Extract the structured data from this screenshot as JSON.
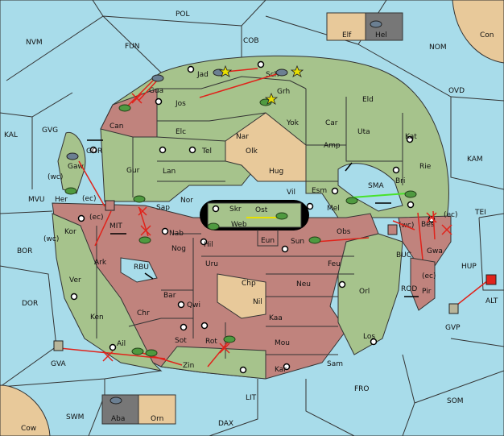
{
  "map": {
    "sea_regions": [
      "POL",
      "NVM",
      "FUN",
      "COB",
      "NOM",
      "OVD",
      "KAL",
      "GVG",
      "KAM",
      "MVU",
      "TEI",
      "BOR",
      "DOR",
      "BUC",
      "HUP",
      "ROD",
      "ALT",
      "GVP",
      "GVA",
      "FRO",
      "SOM",
      "SWM",
      "DAX",
      "LIT",
      "SMA",
      "RBU",
      "MIT",
      "GOR"
    ],
    "land_regions": [
      "Jad",
      "Sch",
      "Gua",
      "Jos",
      "Grh",
      "Eld",
      "Can",
      "Elc",
      "Yok",
      "Car",
      "Uta",
      "Kat",
      "Nar",
      "Olk",
      "Tel",
      "Amp",
      "Rie",
      "Gur",
      "Lan",
      "Hug",
      "Gaw",
      "Vil",
      "Esm",
      "Bri",
      "Her",
      "Nor",
      "Sap",
      "Skr",
      "Ost",
      "Web",
      "Mel",
      "Kor",
      "Nab",
      "Eun",
      "Sun",
      "Obs",
      "Bes",
      "Ark",
      "Nog",
      "Hil",
      "Gwa",
      "Pir",
      "Uru",
      "Feu",
      "Ver",
      "Chp",
      "Neu",
      "Orl",
      "Bar",
      "Qwi",
      "Nil",
      "Ken",
      "Chr",
      "Kaa",
      "Sot",
      "Los",
      "Ail",
      "Rot",
      "Mou",
      "Zin",
      "Kar",
      "Sam"
    ],
    "supply_centres": [
      "Jad",
      "Sch",
      "Gua",
      "Grh",
      "Elc",
      "Tel",
      "Gaw",
      "Mel",
      "Kor",
      "Sot",
      "Rot",
      "Zin",
      "Ver",
      "Ken",
      "Kat",
      "Orl",
      "Los",
      "Esm",
      "Bri",
      "Nar"
    ],
    "corner_regions": [
      {
        "label": "Con",
        "color": "#e8c99a"
      },
      {
        "label": "Cow",
        "color": "#e8c99a"
      }
    ],
    "legend_boxes": [
      {
        "label": "Elf",
        "color": "#e8c99a"
      },
      {
        "label": "Hel",
        "color": "#777777"
      },
      {
        "label": "Aba",
        "color": "#777777"
      },
      {
        "label": "Orn",
        "color": "#e8c99a"
      }
    ],
    "coast_labels": [
      "(wc)",
      "(ec)",
      "(ec)",
      "(wc)",
      "(ec)",
      "(wc)",
      "(ec)"
    ],
    "colors": {
      "sea": "#a8dcea",
      "land_green": "#a6c38c",
      "land_red": "#c0837d",
      "land_tan": "#e8c99a",
      "order_red": "#e0231b",
      "move_yellow": "#e7e000",
      "move_green": "#49e22a"
    }
  }
}
